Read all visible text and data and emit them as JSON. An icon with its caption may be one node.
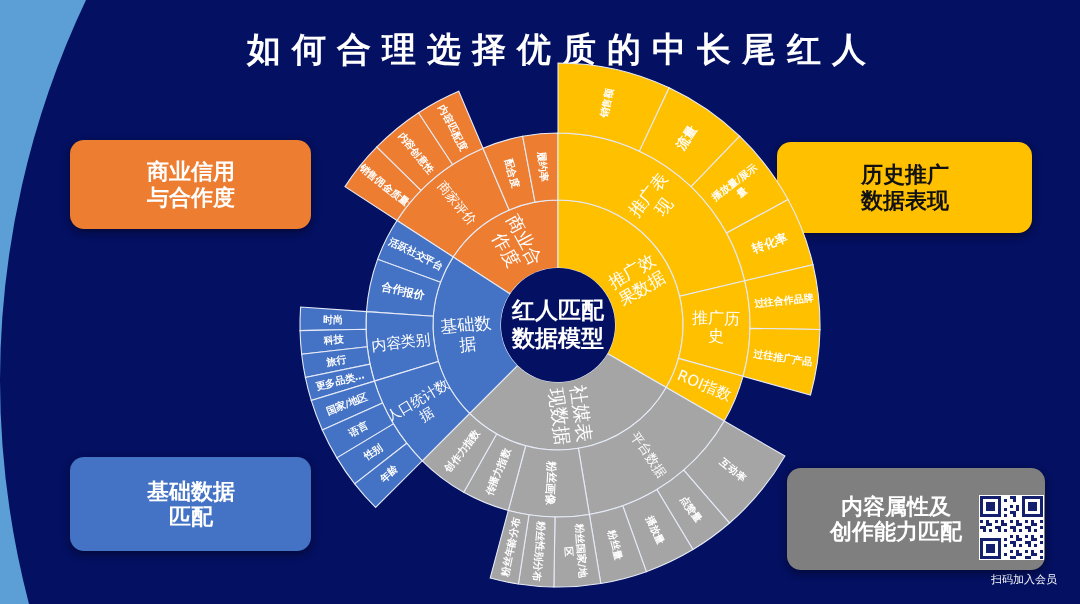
{
  "diagram": {
    "title": "如何合理选择优质的中长尾红人",
    "nodes": [
      {
        "text": [
          "商业信用与合作度"
        ]
      },
      {
        "text": [
          "历史推广数据表现"
        ]
      },
      {
        "text": [
          "红人匹配数据模型"
        ]
      },
      {
        "text": [
          "商业合作度"
        ]
      },
      {
        "text": [
          "推广效果数据"
        ]
      },
      {
        "text": [
          "社媒表现数据"
        ]
      },
      {
        "text": [
          "基础数据"
        ]
      },
      {
        "text": [
          "商家评价"
        ]
      },
      {
        "text": [
          "配合度"
        ]
      },
      {
        "text": [
          "履约率"
        ]
      },
      {
        "text": [
          "销售佣金质量"
        ]
      },
      {
        "text": [
          "内容创意性"
        ]
      },
      {
        "text": [
          "内容匹配度"
        ]
      },
      {
        "text": [
          "推广表现"
        ]
      },
      {
        "text": [
          "推广历史"
        ]
      },
      {
        "text": [
          "ROI指数"
        ]
      },
      {
        "text": [
          "销售额"
        ]
      },
      {
        "text": [
          "流量"
        ]
      },
      {
        "text": [
          "播放量/展示量"
        ]
      },
      {
        "text": [
          "转化率"
        ]
      },
      {
        "text": [
          "过往合作品牌"
        ]
      },
      {
        "text": [
          "过往推广产品"
        ]
      },
      {
        "text": [
          "平台数据"
        ]
      },
      {
        "text": [
          "粉丝画像"
        ]
      },
      {
        "text": [
          "传播力指数"
        ]
      },
      {
        "text": [
          "创作力指数"
        ]
      },
      {
        "text": [
          "互动率"
        ]
      },
      {
        "text": [
          "点赞量"
        ]
      },
      {
        "text": [
          "播放量"
        ]
      },
      {
        "text": [
          "粉丝量"
        ]
      },
      {
        "text": [
          "粉丝国家/地区"
        ]
      },
      {
        "text": [
          "粉丝性别分布"
        ]
      },
      {
        "text": [
          "粉丝年龄分布"
        ]
      },
      {
        "text": [
          "活跃社交平台"
        ]
      },
      {
        "text": [
          "合作报价"
        ]
      },
      {
        "text": [
          "内容类别"
        ]
      },
      {
        "text": [
          "人口统计数据"
        ]
      },
      {
        "text": [
          "时尚"
        ]
      },
      {
        "text": [
          "科技"
        ]
      },
      {
        "text": [
          "旅行"
        ]
      },
      {
        "text": [
          "更多品类…"
        ]
      },
      {
        "text": [
          "国家/地区"
        ]
      },
      {
        "text": [
          "语言"
        ]
      },
      {
        "text": [
          "性别"
        ]
      },
      {
        "text": [
          "年龄"
        ]
      },
      {
        "text": [
          "基础数据匹配"
        ]
      },
      {
        "text": [
          "内容属性及创作能力匹配"
        ]
      }
    ],
    "labels": [
      "扫码加入会员"
    ]
  }
}
